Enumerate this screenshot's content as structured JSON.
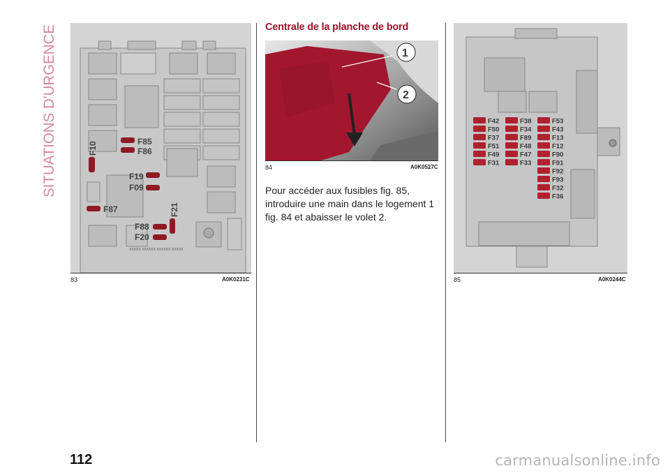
{
  "section_side_title": "SITUATIONS D'URGENCE",
  "figures": {
    "fig83": {
      "number": "83",
      "code": "A0K0231C",
      "fuse_labels": [
        "F10",
        "F85",
        "F86",
        "F19",
        "F09",
        "F87",
        "F21",
        "F88",
        "F20"
      ],
      "fuse_color": "#8e1a23"
    },
    "fig84": {
      "number": "84",
      "code": "A0K0527C",
      "callouts": [
        "1",
        "2"
      ],
      "panel_color": "#a2172e"
    },
    "fig85": {
      "number": "85",
      "code": "A0K0244C",
      "fuse_col1": [
        "F42",
        "F50",
        "F37",
        "F51",
        "F49",
        "F31"
      ],
      "fuse_col2": [
        "F38",
        "F34",
        "F89",
        "F48",
        "F47",
        "F33"
      ],
      "fuse_col3": [
        "F53",
        "F43",
        "F13",
        "F12",
        "F90",
        "F91",
        "F92",
        "F93",
        "F32",
        "F36"
      ],
      "fuse_color": "#b0202f"
    }
  },
  "section_title": "Centrale de la planche de bord",
  "body_text": "Pour accéder aux fusibles fig. 85, introduire une main dans le logement 1 fig. 84 et abaisser le volet 2.",
  "page_number": "112",
  "watermark": "carmanualsonline.info",
  "colors": {
    "side_title": "#d4899b",
    "title": "#a0112b"
  }
}
